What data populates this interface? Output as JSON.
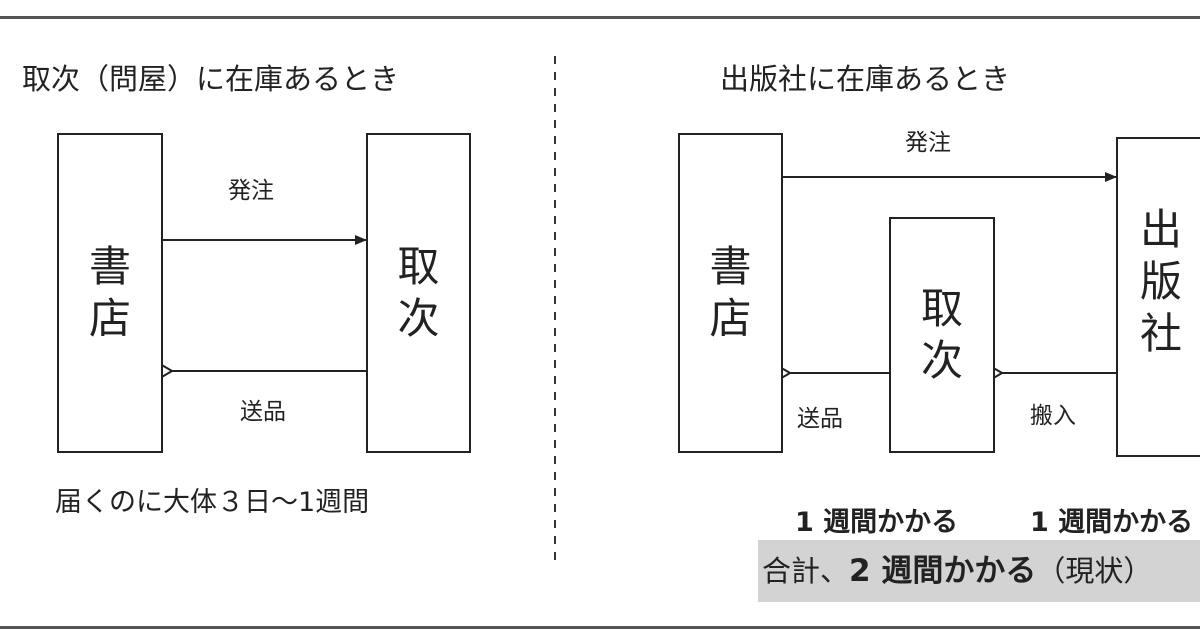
{
  "left": {
    "title": "取次（問屋）に在庫あるとき",
    "store_box": "書店",
    "distributor_box": "取次",
    "order_label": "発注",
    "ship_label": "送品",
    "footer": "届くのに大体３日〜1週間"
  },
  "right": {
    "title": "出版社に在庫あるとき",
    "store_box": "書店",
    "distributor_box": "取次",
    "publisher_box": "出版社",
    "order_label": "発注",
    "ship_label": "送品",
    "delivery_label": "搬入",
    "week_note_1": "1 週間かかる",
    "week_note_2": "1 週間かかる",
    "total_prefix": "合計、",
    "total_bold": "2 週間かかる",
    "total_suffix": "（現状）"
  },
  "colors": {
    "line": "#222222",
    "highlight": "#d3d3d3",
    "border": "#555555"
  }
}
